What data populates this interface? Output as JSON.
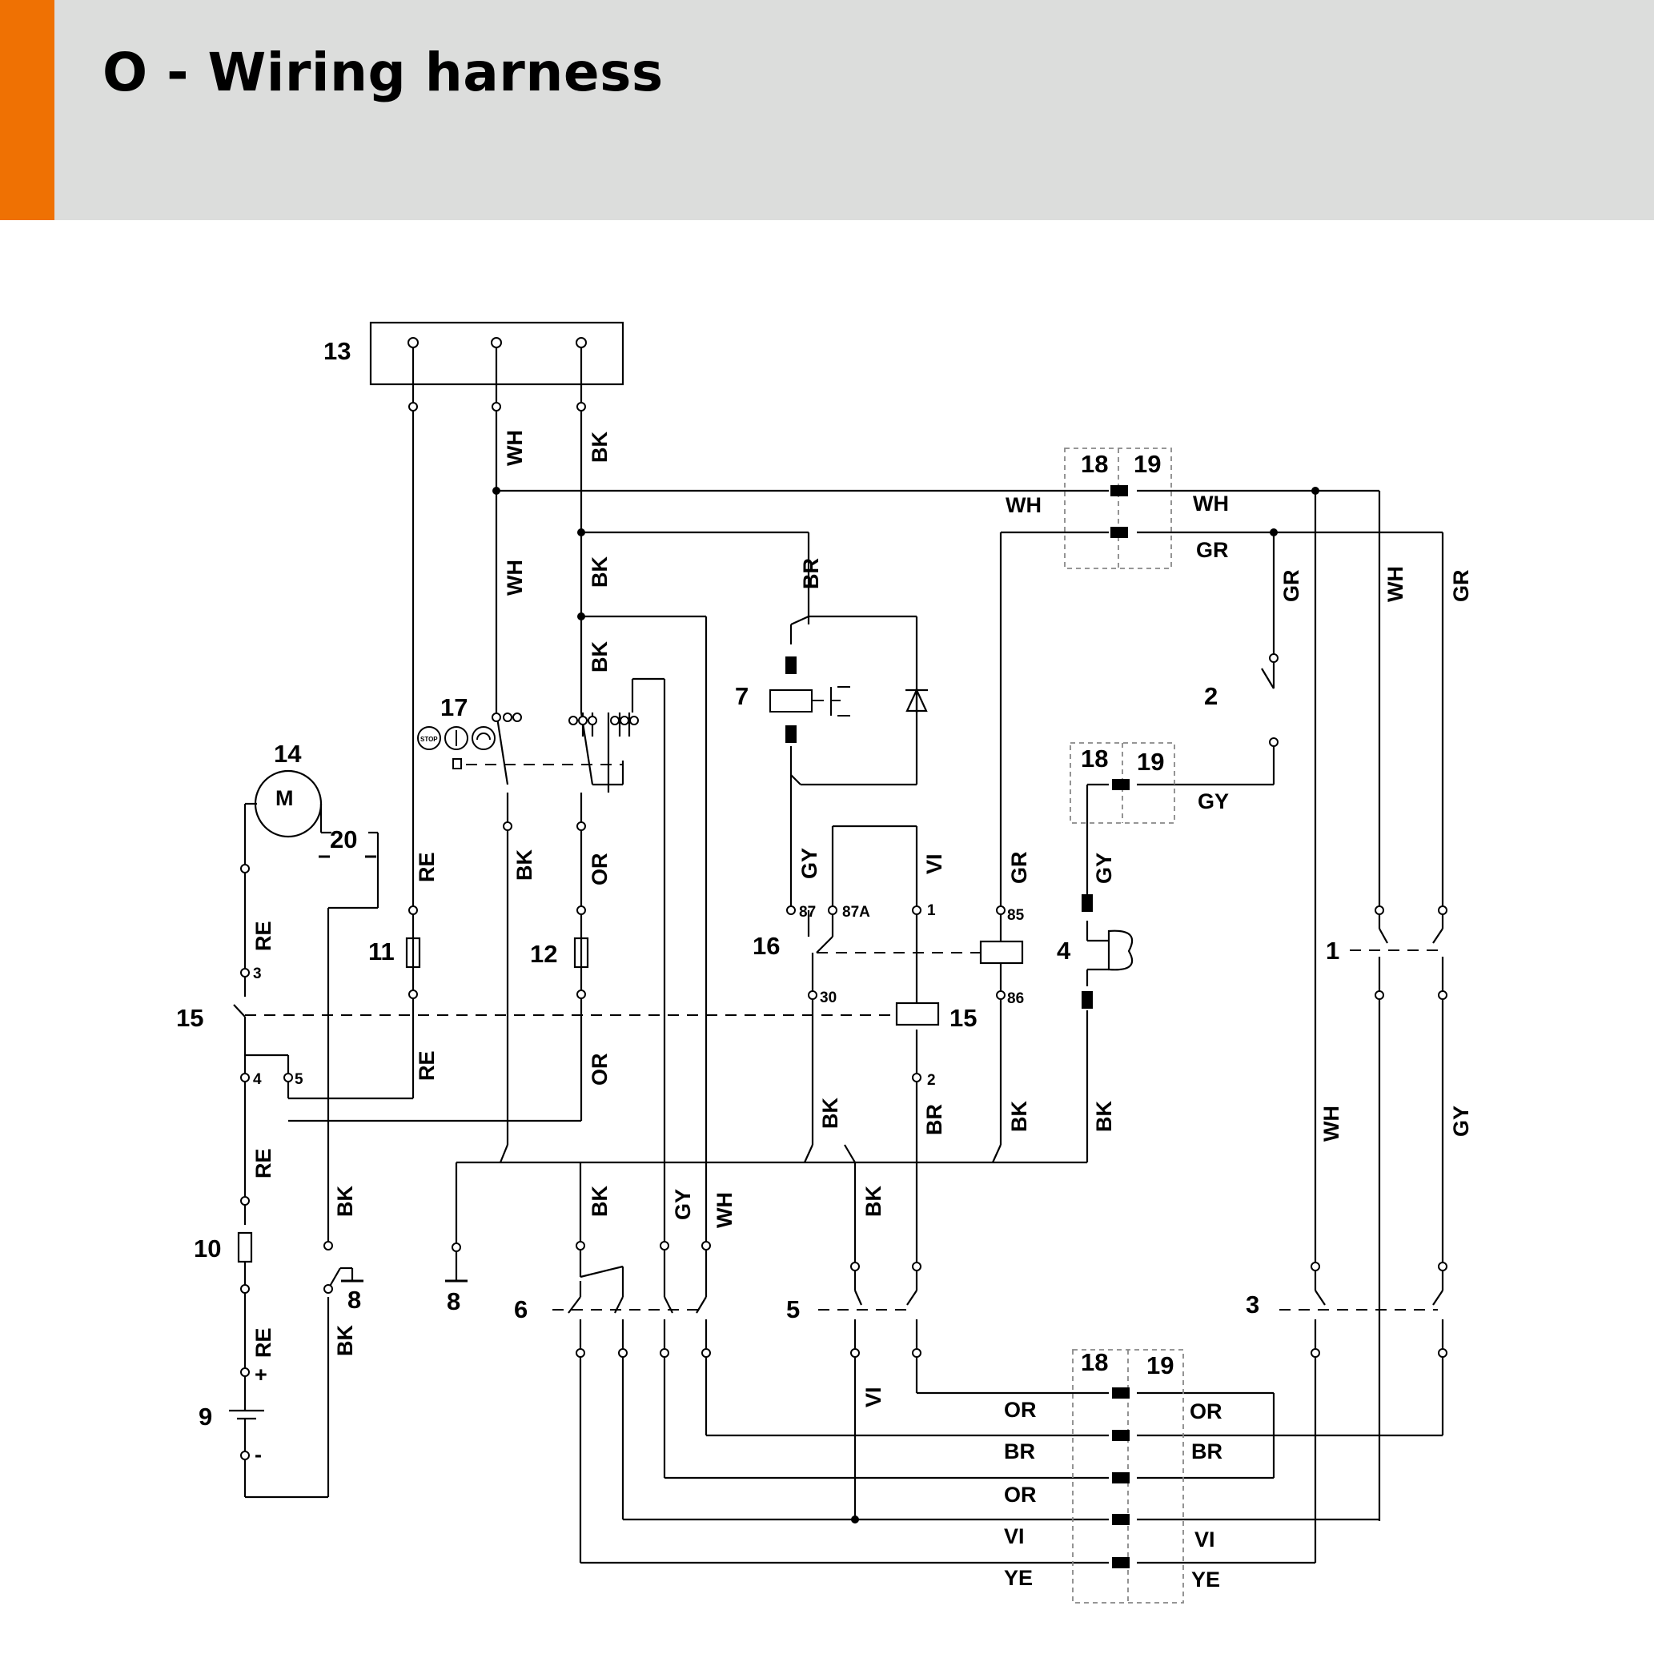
{
  "header": {
    "title": "O - Wiring harness",
    "accent_color": "#ef7103",
    "background_color": "#dcdddc"
  },
  "diagram": {
    "component_numbers": [
      "1",
      "2",
      "3",
      "4",
      "5",
      "6",
      "7",
      "8",
      "9",
      "10",
      "11",
      "12",
      "13",
      "14",
      "15",
      "16",
      "17",
      "18",
      "19",
      "20"
    ],
    "wire_colors": [
      "WH",
      "BK",
      "BR",
      "GR",
      "GY",
      "RE",
      "OR",
      "VI",
      "YE"
    ],
    "relay_pins": [
      "87",
      "87A",
      "1",
      "85",
      "30",
      "86",
      "2"
    ],
    "battery_terminals": [
      "+",
      "-"
    ],
    "switch_terminals": [
      "3",
      "4",
      "5"
    ],
    "motor_symbol": "M",
    "key_switch_symbol": "STOP"
  }
}
